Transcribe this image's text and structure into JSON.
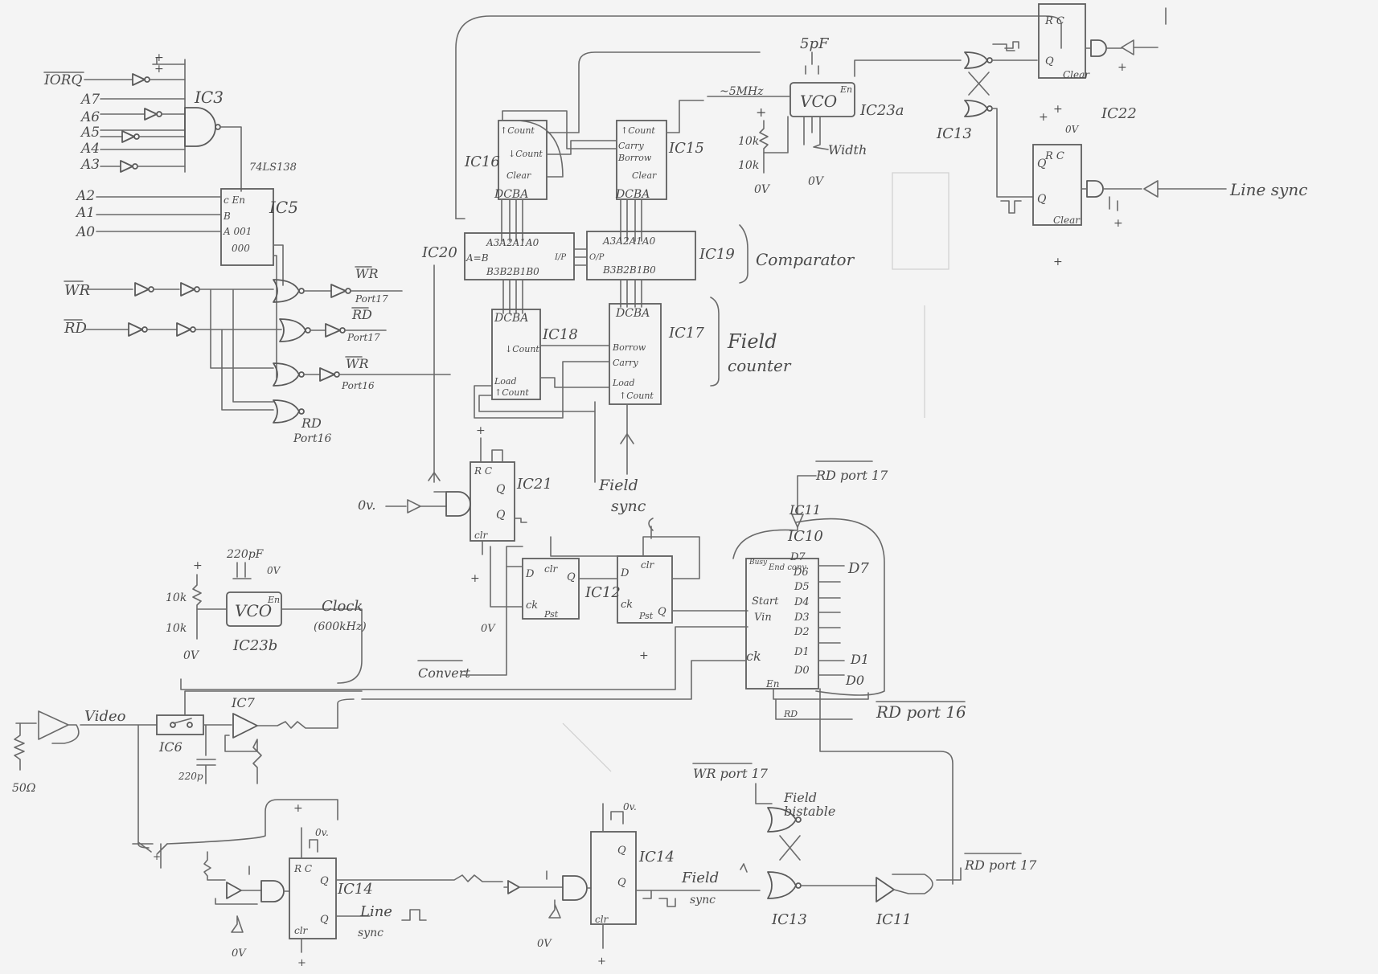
{
  "labels": {
    "iorq": "IORQ",
    "a7": "A7",
    "a6": "A6",
    "a5": "A5",
    "a4": "A4",
    "a3": "A3",
    "a2": "A2",
    "a1": "A1",
    "a0": "A0",
    "ic3": "IC3",
    "ic5": "IC5",
    "part_74ls138": "74LS138",
    "ic5_pins": [
      "c En",
      "B",
      "A 001",
      "000"
    ],
    "wr": "WR",
    "rd": "RD",
    "wr_port17": "WR",
    "wr_port17_sub": "Port17",
    "rd_port17": "RD",
    "rd_port17_sub": "Port17",
    "wr_port16": "WR",
    "wr_port16_sub": "Port16",
    "rd_port16": "RD",
    "rd_port16_sub": "Port16",
    "ic16": "IC16",
    "ic15": "IC15",
    "ic20": "IC20",
    "ic19": "IC19",
    "ic18": "IC18",
    "ic17": "IC17",
    "ic21": "IC21",
    "ic12": "IC12",
    "ic23a": "IC23a",
    "ic23b": "IC23b",
    "ic13_top": "IC13",
    "ic22": "IC22",
    "ic11_top": "IC11",
    "ic10": "IC10",
    "ic6": "IC6",
    "ic7": "IC7",
    "ic14_left": "IC14",
    "ic14_right": "IC14",
    "ic13_bottom": "IC13",
    "ic11_bottom": "IC11",
    "up_count": "↑Count",
    "down_count": "↓Count",
    "clear": "Clear",
    "carry": "Carry",
    "borrow": "Borrow",
    "load": "Load",
    "dcba": "DCBA",
    "a_bits": "A3A2A1A0",
    "b_bits": "B3B2B1B0",
    "a_eq_b": "A=B",
    "ip": "I/P",
    "op": "O/P",
    "comparator": "Comparator",
    "field_counter_1": "Field",
    "field_counter_2": "counter",
    "vco": "VCO",
    "en": "En",
    "five_pf": "5pF",
    "approx_5mhz": "~5MHz",
    "ten_k": "10k",
    "zero_v": "0V",
    "zero_v_dot": "0v.",
    "width": "Width",
    "plus": "+",
    "line_sync": "Line sync",
    "line_sync_1": "Line",
    "line_sync_2": "sync",
    "field_sync_1": "Field",
    "field_sync_2": "sync",
    "rc": "R C",
    "q": "Q",
    "q_bar": "Q",
    "clr": "clr",
    "d": "D",
    "ck": "ck",
    "pst": "Pst",
    "busy": "Busy",
    "end_conv": "End conv",
    "start": "Start",
    "vin": "Vin",
    "d_pins": [
      "D7",
      "D6",
      "D5",
      "D4",
      "D3",
      "D2",
      "D1",
      "D0"
    ],
    "d7": "D7",
    "d1": "D1",
    "d0": "D0",
    "rd_port17_right": "RD port 17",
    "rd_port16_right": "RD port 16",
    "wr_port17_bottom": "WR port 17",
    "rd_port17_bottom": "RD port 17",
    "field_bistable_1": "Field",
    "field_bistable_2": "bistable",
    "two_twenty_pf": "220pF",
    "clock": "Clock",
    "clock_freq": "(600kHz)",
    "convert": "Convert",
    "video": "Video",
    "fifty_ohm": "50Ω",
    "two_twenty_p": "220p",
    "rd_small": "RD"
  }
}
